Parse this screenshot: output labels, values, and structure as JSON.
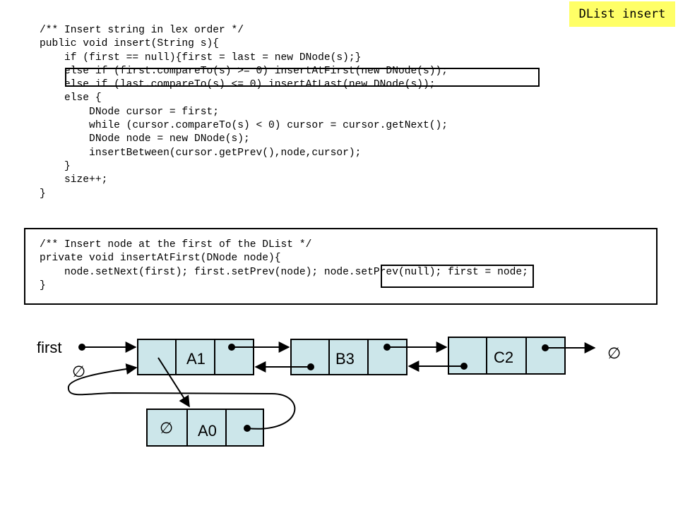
{
  "slide": {
    "title": "DList insert"
  },
  "code_insert": {
    "lines": [
      "/** Insert string in lex order */",
      "public void insert(String s){",
      "    if (first == null){first = last = new DNode(s);}",
      "    else if (first.compareTo(s) >= 0) insertAtFirst(new DNode(s));",
      "    else if (last.compareTo(s) <= 0) insertAtLast(new DNode(s));",
      "    else {",
      "        DNode cursor = first;",
      "        while (cursor.compareTo(s) < 0) cursor = cursor.getNext();",
      "        DNode node = new DNode(s);",
      "        insertBetween(cursor.getPrev(),node,cursor);",
      "    }",
      "    size++;",
      "}"
    ]
  },
  "code_insert_at_first": {
    "lines": [
      "/** Insert node at the first of the DList */",
      "private void insertAtFirst(DNode node){",
      "    node.setNext(first); first.setPrev(node); node.setPrev(null); first = node;",
      "}"
    ]
  },
  "diagram": {
    "first_label": "first",
    "null_symbol": "∅",
    "nodes": [
      {
        "label": "A1"
      },
      {
        "label": "B3"
      },
      {
        "label": "C2"
      },
      {
        "label": "A0"
      }
    ]
  }
}
